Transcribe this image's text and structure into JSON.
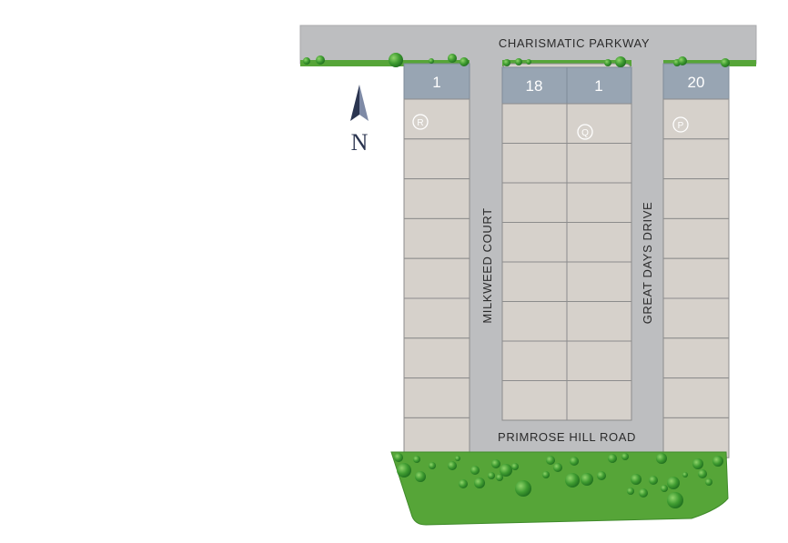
{
  "streets": {
    "north": "CHARISMATIC PARKWAY",
    "west": "MILKWEED COURT",
    "east": "GREAT DAYS DRIVE",
    "south": "PRIMROSE HILL ROAD"
  },
  "compass": {
    "label": "N",
    "icon": "north-arrow-icon"
  },
  "header_lots": [
    {
      "id": "lot-west-first",
      "number": "1"
    },
    {
      "id": "lot-middle-west-first",
      "number": "18"
    },
    {
      "id": "lot-middle-east-first",
      "number": "1"
    },
    {
      "id": "lot-east-first",
      "number": "20"
    }
  ],
  "badges": [
    {
      "id": "badge-west",
      "letter": "R"
    },
    {
      "id": "badge-middle",
      "letter": "Q"
    },
    {
      "id": "badge-east",
      "letter": "P"
    }
  ],
  "colors": {
    "road": "#bdbec0",
    "lot": "#d6d1cb",
    "lot_header": "#98a5b3",
    "grass": "#56a538",
    "tree": "#2e8a2a",
    "compass": "#2b3550"
  }
}
